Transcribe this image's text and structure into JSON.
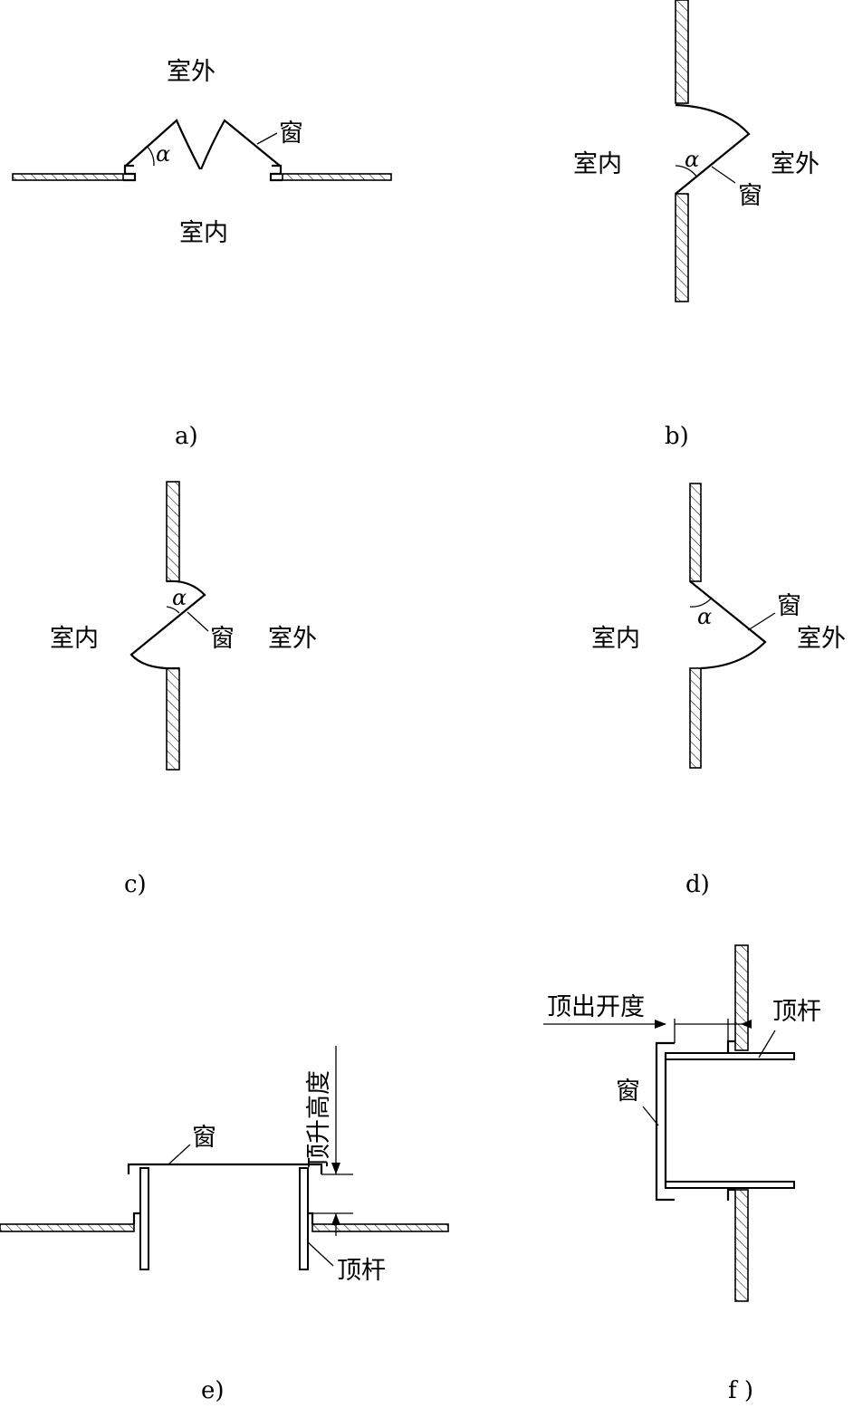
{
  "diagram": {
    "labels": {
      "outdoor": "室外",
      "indoor": "室内",
      "window": "窗",
      "angle": "α",
      "lift_height": "顶升高度",
      "push_rod": "顶杆",
      "push_opening": "顶出开度"
    },
    "captions": [
      "a)",
      "b)",
      "c)",
      "d)",
      "e)",
      "f )"
    ]
  }
}
